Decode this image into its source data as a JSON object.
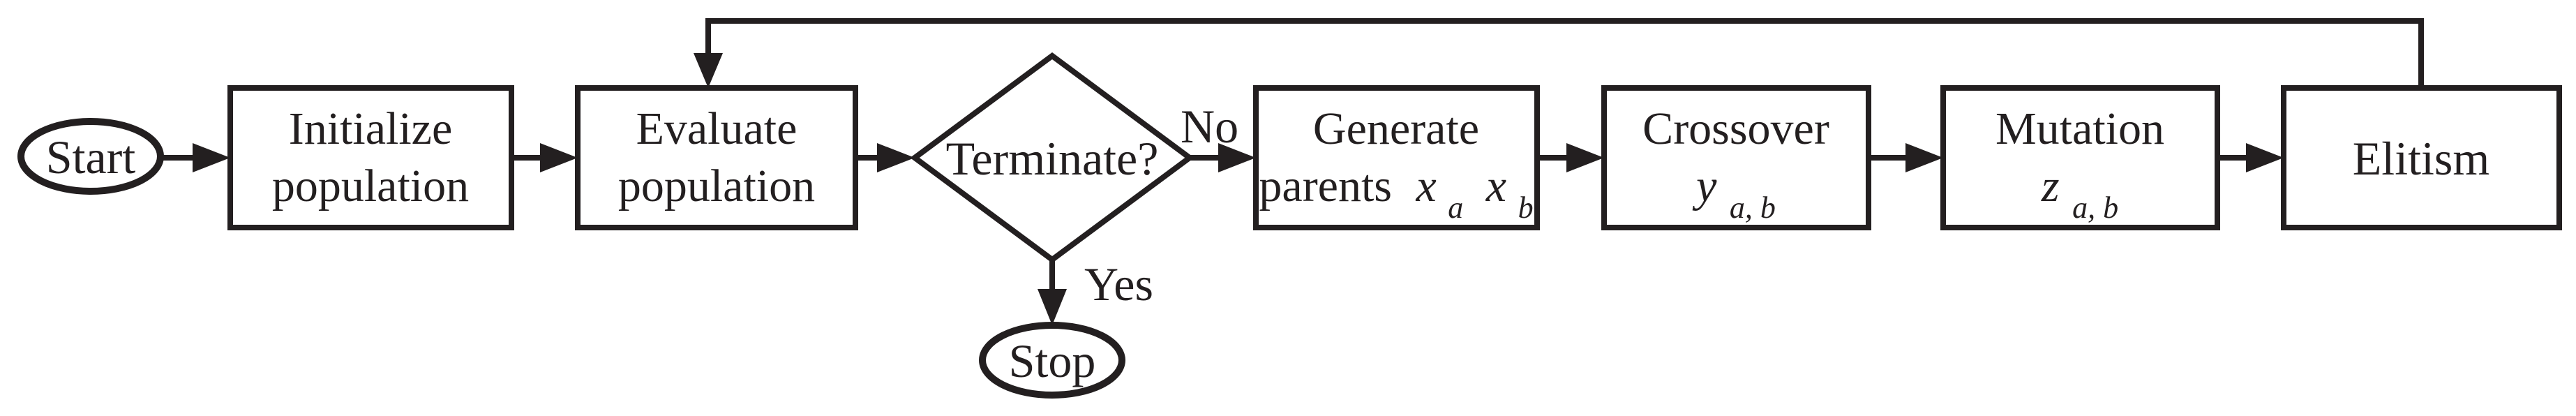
{
  "colors": {
    "ink": "#231f20",
    "paper": "#ffffff"
  },
  "nodes": {
    "start": {
      "label": "Start"
    },
    "initialize": {
      "line1": "Initialize",
      "line2": "population"
    },
    "evaluate": {
      "line1": "Evaluate",
      "line2": "population"
    },
    "terminate": {
      "label": "Terminate?"
    },
    "generate": {
      "line1": "Generate",
      "line2_prefix": "parents",
      "var1": "x",
      "sub1": "a",
      "var2": "x",
      "sub2": "b"
    },
    "crossover": {
      "line1": "Crossover",
      "var": "y",
      "sub": "a, b"
    },
    "mutation": {
      "line1": "Mutation",
      "var": "z",
      "sub": "a, b"
    },
    "elitism": {
      "label": "Elitism"
    },
    "stop": {
      "label": "Stop"
    }
  },
  "edges": {
    "no_label": "No",
    "yes_label": "Yes"
  }
}
